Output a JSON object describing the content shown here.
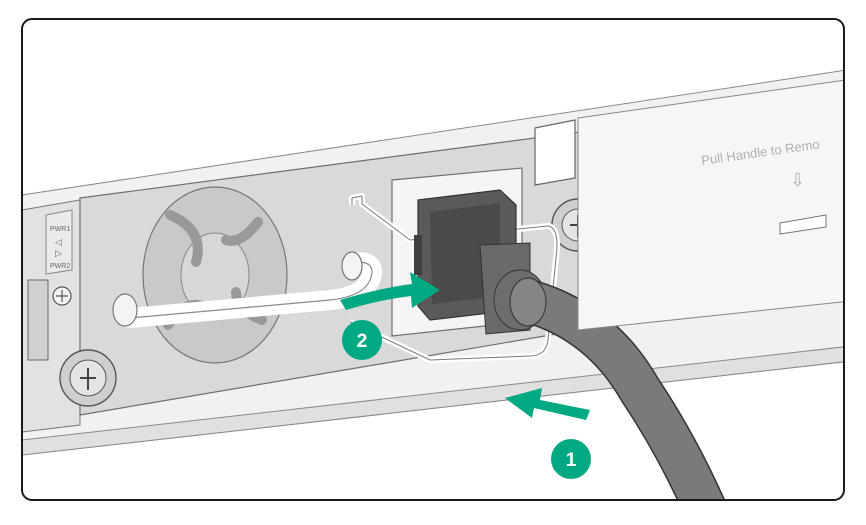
{
  "panel_labels": {
    "pwr1": "PWR1",
    "pwr2": "PWR2",
    "blank_panel_text": "Pull Handle to Remo"
  },
  "steps": [
    {
      "label": "1"
    },
    {
      "label": "2"
    }
  ],
  "colors": {
    "step_badge": "#01A982",
    "arrow": "#01A982",
    "cable": "#7a7a7a",
    "plug": "#5c5c5c",
    "faceplate": "#d9d9d9",
    "chassis": "#ececec",
    "frame_border": "#1a1a1a"
  }
}
